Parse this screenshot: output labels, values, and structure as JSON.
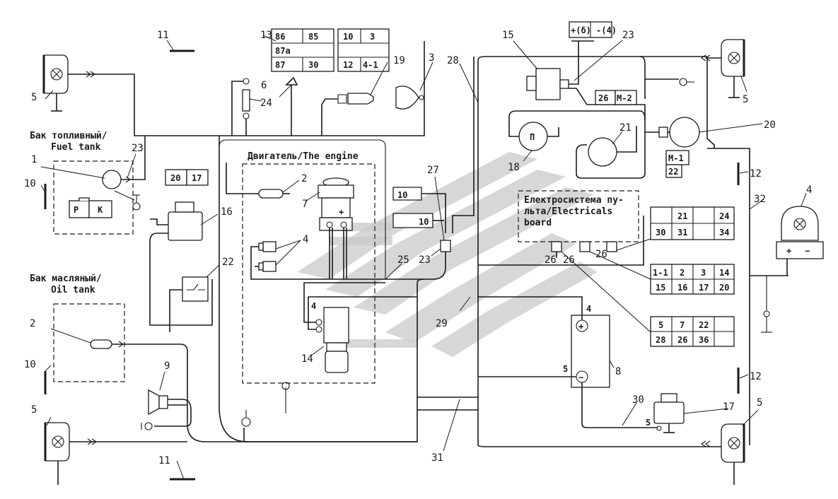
{
  "labels": {
    "fuel_tank_ru": "Бак топливный/",
    "fuel_tank_en": "Fuel tank",
    "oil_tank_ru": "Бак масляный/",
    "oil_tank_en": "Oil tank",
    "engine": "Двигатель/The engine",
    "board_1": "Електросистема пу-",
    "board_2": "льта/Electricals",
    "board_3": "board"
  },
  "callouts": {
    "c1": "1",
    "c2a": "2",
    "c2b": "2",
    "c3": "3",
    "c4a": "4",
    "c4b": "4",
    "c4c": "4",
    "c5a": "5",
    "c5b": "5",
    "c5c": "5",
    "c5d": "5",
    "c5e": "5",
    "c5f": "5",
    "c6": "6",
    "c7": "7",
    "c8": "8",
    "c9": "9",
    "c10a": "10",
    "c10b": "10",
    "c11a": "11",
    "c11b": "11",
    "c12a": "12",
    "c12b": "12",
    "c13": "13",
    "c14": "14",
    "c15": "15",
    "c16": "16",
    "c17": "17",
    "c18": "18",
    "c19": "19",
    "c20": "20",
    "c21": "21",
    "c22": "22",
    "c23a": "23",
    "c23b": "23",
    "c23c": "23",
    "c24": "24",
    "c25": "25",
    "c26a": "26",
    "c26b": "26",
    "c26c": "26",
    "c27": "27",
    "c28": "28",
    "c29": "29",
    "c30": "30",
    "c31": "31",
    "c32": "32"
  },
  "relay_13": {
    "r1c1": "86",
    "r1c2": "85",
    "r2c1": "87a",
    "r3c1": "87",
    "r3c2": "30"
  },
  "conn_24": {
    "r1c1": "10",
    "r1c2": "3",
    "r3c1": "12",
    "r3c2": "4-1"
  },
  "conn_fuel": {
    "c1": "20",
    "c2": "17"
  },
  "fuel_pk": {
    "p": "Р",
    "k": "К"
  },
  "conn_top": {
    "text": "+(δ) -(4)"
  },
  "conn_15": {
    "c1": "26",
    "c2": "М-2"
  },
  "conn_20": {
    "top": "М-1",
    "bottom": "22"
  },
  "conn_engine": {
    "a": "10",
    "b": "10"
  },
  "conn_board_a": {
    "r1c2": "21",
    "r1c4": "24",
    "r2c1": "30",
    "r2c2": "31",
    "r2c4": "34"
  },
  "conn_board_b": {
    "r1c1": "1-1",
    "r1c2": "2",
    "r1c3": "3",
    "r1c4": "14",
    "r2c1": "15",
    "r2c2": "16",
    "r2c3": "17",
    "r2c4": "20"
  },
  "conn_board_c": {
    "r1c1": "5",
    "r1c2": "7",
    "r1c3": "22",
    "r2c1": "28",
    "r2c2": "26",
    "r2c3": "36"
  },
  "battery": {
    "plus_pin": "4",
    "minus_pin": "5",
    "plus_sign": "+",
    "minus_sign": "−"
  },
  "switch_17": {
    "pin": "5"
  },
  "lamp_4": {
    "plus": "+",
    "minus": "−"
  },
  "gauge_18": {
    "glyph": "П"
  },
  "relay_7": {
    "plus": "+"
  },
  "sensor_14": {
    "pin": "4"
  }
}
